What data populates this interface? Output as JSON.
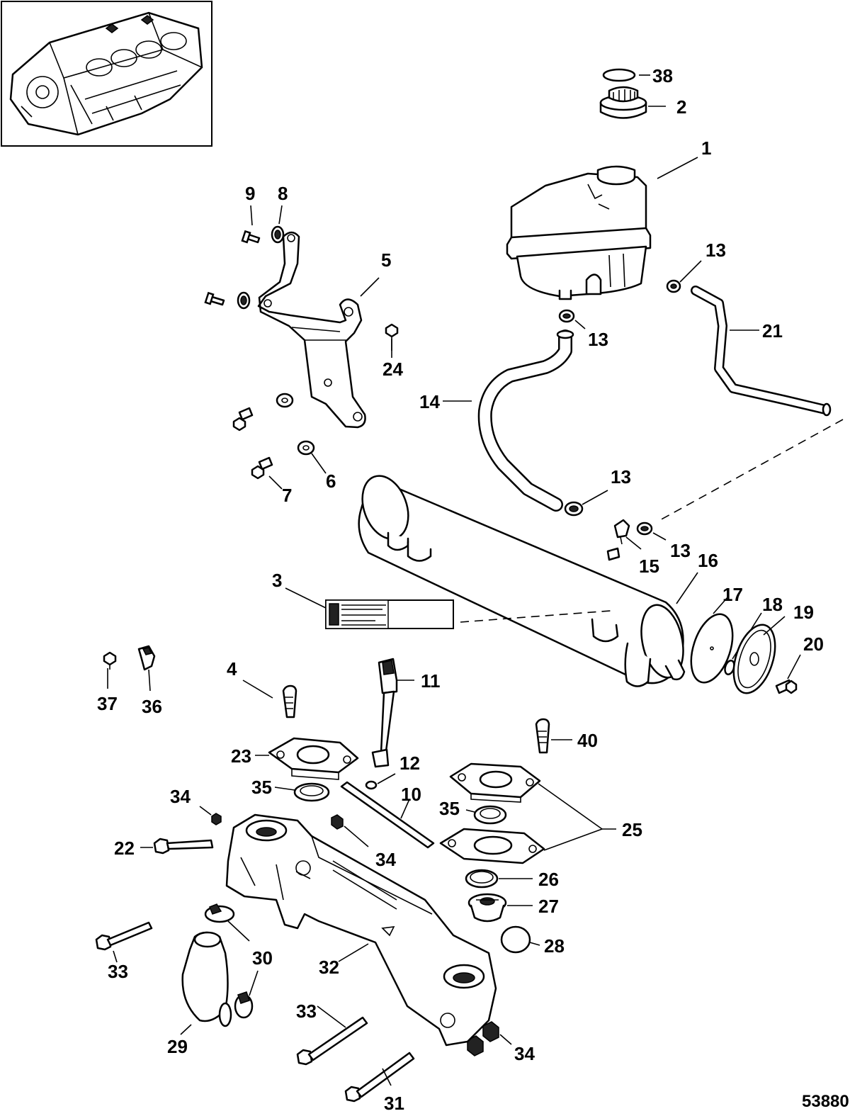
{
  "figure_id": "53880",
  "callouts": [
    {
      "num": "38"
    },
    {
      "num": "2"
    },
    {
      "num": "1"
    },
    {
      "num": "9"
    },
    {
      "num": "8"
    },
    {
      "num": "5"
    },
    {
      "num": "13"
    },
    {
      "num": "13"
    },
    {
      "num": "21"
    },
    {
      "num": "24"
    },
    {
      "num": "14"
    },
    {
      "num": "6"
    },
    {
      "num": "7"
    },
    {
      "num": "13"
    },
    {
      "num": "13"
    },
    {
      "num": "15"
    },
    {
      "num": "16"
    },
    {
      "num": "3"
    },
    {
      "num": "17"
    },
    {
      "num": "18"
    },
    {
      "num": "19"
    },
    {
      "num": "20"
    },
    {
      "num": "37"
    },
    {
      "num": "36"
    },
    {
      "num": "4"
    },
    {
      "num": "11"
    },
    {
      "num": "40"
    },
    {
      "num": "23"
    },
    {
      "num": "12"
    },
    {
      "num": "35"
    },
    {
      "num": "10"
    },
    {
      "num": "34"
    },
    {
      "num": "35"
    },
    {
      "num": "25"
    },
    {
      "num": "22"
    },
    {
      "num": "34"
    },
    {
      "num": "26"
    },
    {
      "num": "27"
    },
    {
      "num": "33"
    },
    {
      "num": "30"
    },
    {
      "num": "32"
    },
    {
      "num": "28"
    },
    {
      "num": "30"
    },
    {
      "num": "33"
    },
    {
      "num": "29"
    },
    {
      "num": "34"
    },
    {
      "num": "31"
    }
  ]
}
